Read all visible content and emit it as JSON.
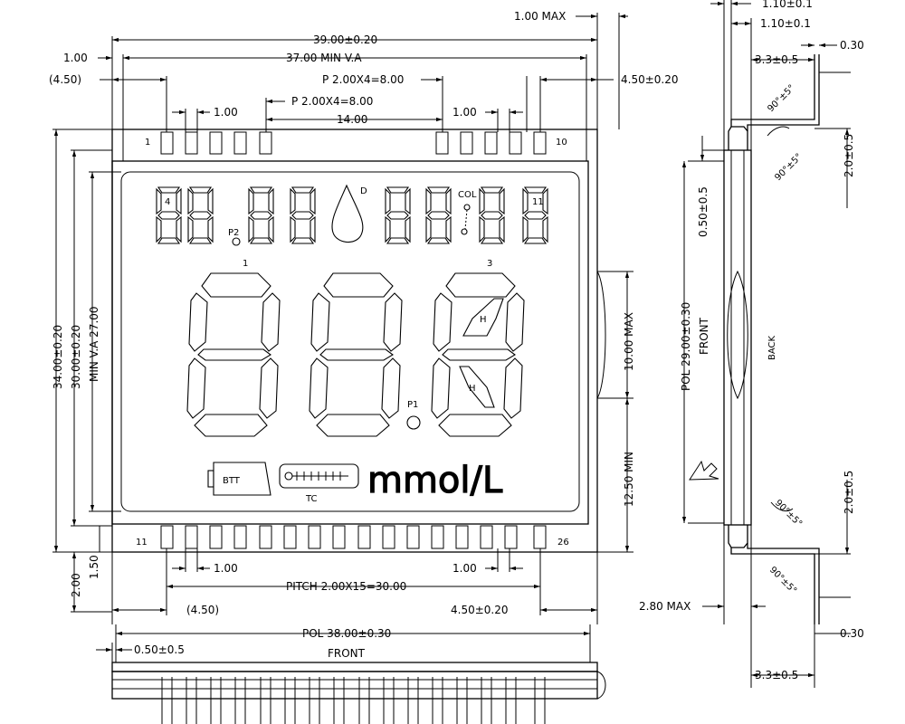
{
  "dims": {
    "top_1": "1.00 MAX",
    "top_2": "39.00±0.20",
    "top_3": "37.00 MIN V.A",
    "left_1": "1.00",
    "left_2": "(4.50)",
    "right_1": "4.50±0.20",
    "pitch_a": "P 2.00X4=8.00",
    "pitch_b": "P 2.00X4=8.00",
    "span_14": "14.00",
    "pin_w_l": "1.00",
    "pin_w_r": "1.00",
    "h_34": "34.00±0.20",
    "h_30": "30.00±0.20",
    "h_27": "MIN V.A 27.00",
    "h_10max": "10.00 MAX",
    "h_1250": "12.50 MIN",
    "h_150": "1.50",
    "h_200": "2.00",
    "bot_pin_l": "1.00",
    "bot_pin_r": "1.00",
    "bot_pitch": "PITCH 2.00X15=30.00",
    "bot_l": "(4.50)",
    "bot_r": "4.50±0.20",
    "pol38": "POL 38.00±0.30",
    "front_b": "FRONT",
    "d050_b": "0.50±0.5",
    "s_110a": "1.10±0.1",
    "s_110b": "1.10±0.1",
    "s_33a": "3.3±0.5",
    "s_030a": "0.30",
    "s_ang1": "90°±5°",
    "s_ang2": "90°±5°",
    "s_ang3": "90°±5°",
    "s_ang4": "90°±5°",
    "s_20a": "2.0±0.5",
    "s_20b": "2.0±0.5",
    "s_050": "0.50±0.5",
    "s_pol29": "POL 29.00±0.30",
    "s_front": "FRONT",
    "s_back": "BACK",
    "s_280": "2.80 MAX",
    "s_030b": "0.30",
    "s_33b": "3.3±0.5"
  },
  "labels": {
    "pin1": "1",
    "pin10": "10",
    "pin11": "11",
    "pin26": "26",
    "d4": "4",
    "d11": "11",
    "P2": "P2",
    "D": "D",
    "COL": "COL",
    "big1": "1",
    "big3": "3",
    "H1": "H",
    "H2": "H",
    "P1": "P1",
    "btt": "BTT",
    "tc": "TC",
    "unit": "mmol/L"
  }
}
